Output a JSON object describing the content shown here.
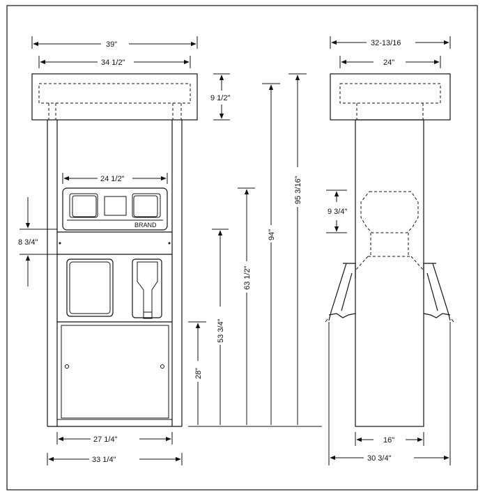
{
  "front_view": {
    "dims": {
      "canopy_outer_width": "39\"",
      "canopy_inner_width": "34 1/2\"",
      "canopy_height": "9 1/2\"",
      "display_width": "24 1/2\"",
      "display_offset": "8 3/4\"",
      "base_inner_width": "27 1/4\"",
      "base_outer_width": "33 1/4\""
    },
    "brand_label": "BRAND"
  },
  "height_dims": {
    "base_door_height": "28\"",
    "nozzle_height": "53 3/4\"",
    "display_height": "63 1/2\"",
    "canopy_bottom_height": "94\"",
    "overall_height": "95 3/16\""
  },
  "side_view": {
    "dims": {
      "canopy_outer_width": "32-13/16",
      "canopy_inner_width": "24\"",
      "head_height": "9 3/4\"",
      "body_width": "16\"",
      "overall_depth": "30 3/4\""
    }
  }
}
